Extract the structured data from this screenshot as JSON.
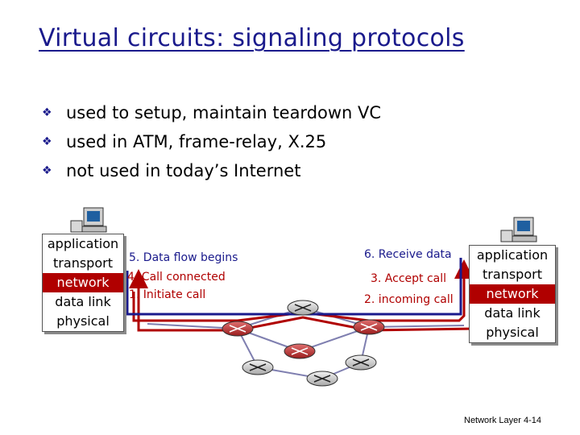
{
  "title": "Virtual circuits: signaling protocols",
  "bullets": [
    "used to setup, maintain  teardown VC",
    "used in ATM, frame-relay, X.25",
    "not used in today’s Internet"
  ],
  "bullet_symbol": "❖",
  "left_stack": [
    "application",
    "transport",
    "network",
    "data link",
    "physical"
  ],
  "right_stack": [
    "application",
    "transport",
    "network",
    "data link",
    "physical"
  ],
  "steps": {
    "step5": "5. Data flow begins",
    "step4": "4. Call connected",
    "step1": "1. Initiate call",
    "step6": "6. Receive data",
    "step3": "3. Accept call",
    "step2": "2. incoming call"
  },
  "footer": "Network Layer  4-14",
  "colors": {
    "title": "#1a1a8c",
    "network_layer": "#b00000",
    "call_path": "#b00000",
    "data_path": "#1a1a8c",
    "router": "#c04040",
    "link": "#7f7fb0"
  },
  "icons": [
    "computer-icon",
    "router-icon"
  ]
}
